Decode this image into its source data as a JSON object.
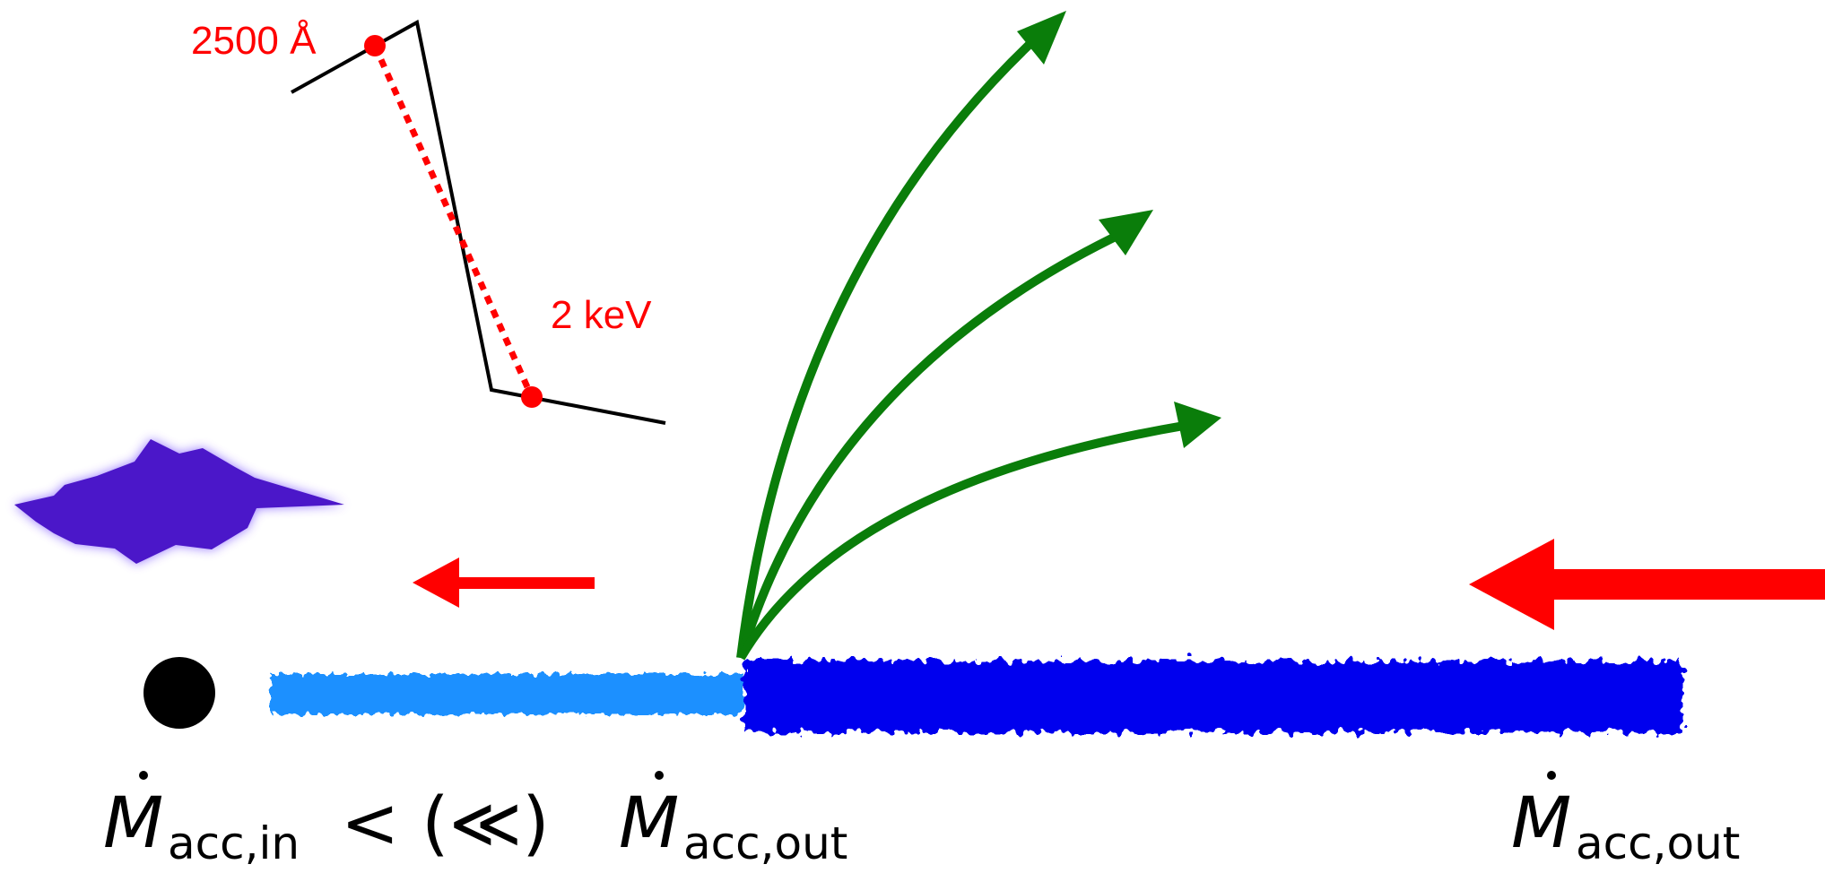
{
  "labels": {
    "uv_point": "2500 Å",
    "xray_point": "2 keV",
    "left_formula": {
      "symbol": "M",
      "sub_in": "acc,in",
      "relation": "< (≪)",
      "sub_out": "acc,out"
    },
    "right_formula": {
      "symbol": "M",
      "sub_out": "acc,out"
    }
  },
  "colors": {
    "inner_disk": "#1e90ff",
    "outer_disk": "#0000ee",
    "wind_arrows": "#0a7d0a",
    "inflow_arrows": "#ff0000",
    "corona": "#4b17c9",
    "black_hole": "#000000",
    "sed_line": "#000000",
    "alpha_ox_line": "#ff0000"
  },
  "icons": [
    "black-hole-icon",
    "corona-burst-icon"
  ]
}
